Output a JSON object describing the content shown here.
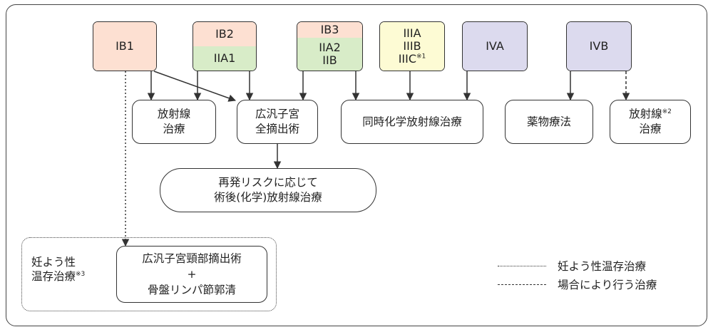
{
  "colors": {
    "early": "#fde0d2",
    "locally_advanced": "#d8ecc8",
    "stage3": "#fdfbd4",
    "stage4": "#dcdaee",
    "stroke": "#333333"
  },
  "stages": {
    "ib1": "IB1",
    "ib2": "IB2",
    "iia1": "IIA1",
    "ib3": "IB3",
    "iia2": "IIA2",
    "iib": "IIB",
    "iiia": "IIIA",
    "iiib": "IIIB",
    "iiic": "IIIC",
    "iiic_note": "※1",
    "iva": "IVA",
    "ivb": "IVB"
  },
  "treatments": {
    "radiotherapy": [
      "放射線",
      "治療"
    ],
    "radical_hysterectomy": [
      "広汎子宮",
      "全摘出術"
    ],
    "ccrt": "同時化学放射線治療",
    "drug_therapy": "薬物療法",
    "palliative_radiation_line1": "放射線",
    "palliative_radiation_note": "※2",
    "palliative_radiation_line2": "治療",
    "adjuvant": [
      "再発リスクに応じて",
      "術後(化学)放射線治療"
    ],
    "trachelectomy": [
      "広汎子宮頸部摘出術",
      "+",
      "骨盤リンパ節郭清"
    ]
  },
  "fertility": {
    "line1": "妊よう性",
    "line2": "温存治療",
    "note": "※3"
  },
  "legend": {
    "dotted": "妊よう性温存治療",
    "dashed": "場合により行う治療"
  }
}
